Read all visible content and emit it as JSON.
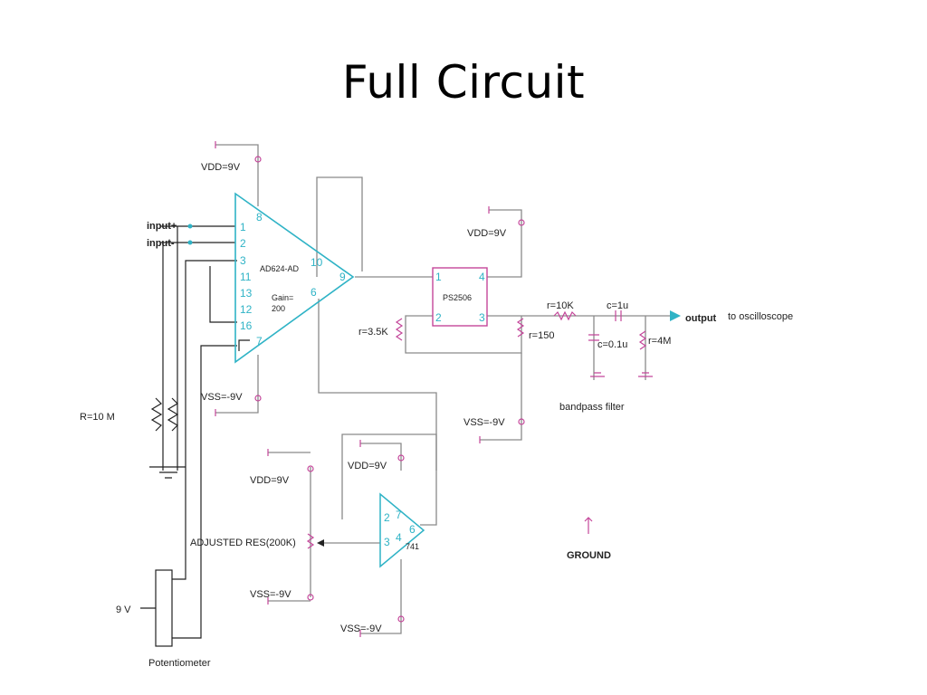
{
  "slide": {
    "title": "Full Circuit"
  },
  "amp": {
    "name": "AD624-AD",
    "gain": "Gain=\n200",
    "gain_line1": "Gain=",
    "gain_line2": "200",
    "pins": [
      "1",
      "2",
      "3",
      "11",
      "13",
      "12",
      "16",
      "7",
      "8",
      "10",
      "6",
      "9"
    ]
  },
  "isolator": {
    "name": "PS2506",
    "pins": [
      "1",
      "2",
      "3",
      "4"
    ]
  },
  "opamp741": {
    "name": "741",
    "pins": [
      "2",
      "3",
      "7",
      "4",
      "6"
    ]
  },
  "labels": {
    "vdd_top": "VDD=9V",
    "vss_top": "VSS=-9V",
    "vdd_iso": "VDD=9V",
    "vss_mid": "VSS=-9V",
    "vdd_741": "VDD=9V",
    "vdd_pot": "VDD=9V",
    "vss_pot": "VSS=-9V",
    "vss_741": "VSS=-9V",
    "input_plus": "input+",
    "input_minus": "input-",
    "r_35k": "r=3.5K",
    "r_150": "r=150",
    "r_10k": "r=10K",
    "c_1u": "c=1u",
    "c_01u": "c=0.1u",
    "r_4m": "r=4M",
    "output": "output",
    "to_scope": "to oscilloscope",
    "bandpass": "bandpass filter",
    "ground": "GROUND",
    "adjusted_res": "ADJUSTED RES(200K)",
    "r10m": "R=10 M",
    "nine_v": "9 V",
    "potentiometer": "Potentiometer"
  },
  "colors": {
    "wire": "#8a8a8a",
    "power": "#c4469a",
    "pin": "#2fb3c6",
    "component": "#c4469a"
  }
}
